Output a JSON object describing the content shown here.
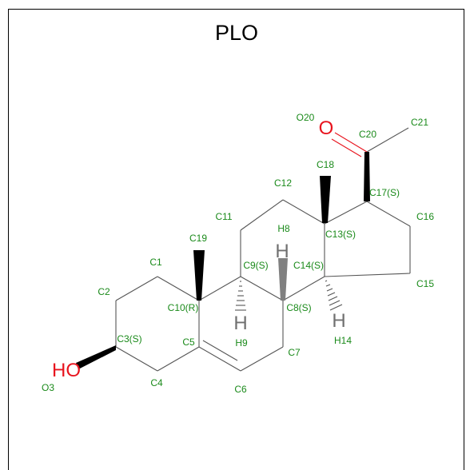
{
  "title": "PLO",
  "colors": {
    "label": "#1a8a1a",
    "heteroatom": "#e8141e",
    "bond": "#555555",
    "hydrogen": "#707070",
    "frame": "#000000"
  },
  "atoms": {
    "C1": "C1",
    "C2": "C2",
    "C3": "C3(S)",
    "C4": "C4",
    "C5": "C5",
    "C6": "C6",
    "C7": "C7",
    "C8": "C8(S)",
    "C9": "C9(S)",
    "C10": "C10(R)",
    "C11": "C11",
    "C12": "C12",
    "C13": "C13(S)",
    "C14": "C14(S)",
    "C15": "C15",
    "C16": "C16",
    "C17": "C17(S)",
    "C18": "C18",
    "C19": "C19",
    "C20": "C20",
    "C21": "C21",
    "O20": "O20",
    "O3": "O3",
    "H8": "H8",
    "H9": "H9",
    "H14": "H14"
  },
  "glyphs": {
    "ketone_o": "O",
    "hydroxyl": "HO",
    "h_c8": "H",
    "h_c9": "H",
    "h_c14": "H"
  }
}
